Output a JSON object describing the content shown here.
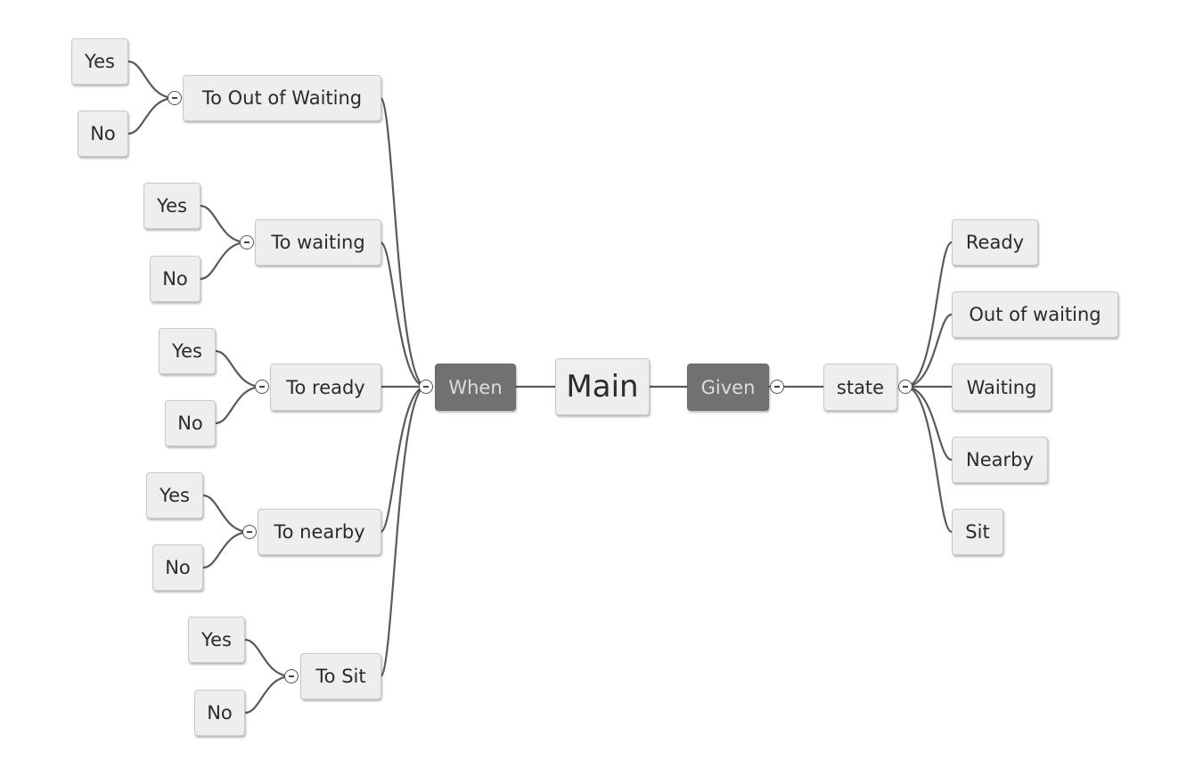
{
  "mindmap": {
    "root": "Main",
    "when": {
      "label": "When",
      "branches": [
        {
          "label": "To Out of Waiting",
          "children": [
            "Yes",
            "No"
          ]
        },
        {
          "label": "To waiting",
          "children": [
            "Yes",
            "No"
          ]
        },
        {
          "label": "To ready",
          "children": [
            "Yes",
            "No"
          ]
        },
        {
          "label": "To nearby",
          "children": [
            "Yes",
            "No"
          ]
        },
        {
          "label": "To Sit",
          "children": [
            "Yes",
            "No"
          ]
        }
      ]
    },
    "given": {
      "label": "Given",
      "state": {
        "label": "state",
        "children": [
          "Ready",
          "Out of waiting",
          "Waiting",
          "Nearby",
          "Sit"
        ]
      }
    }
  },
  "colors": {
    "connector": "#5a5a5a",
    "node_fill": "#eceeef",
    "dark_node_fill": "#717171"
  }
}
